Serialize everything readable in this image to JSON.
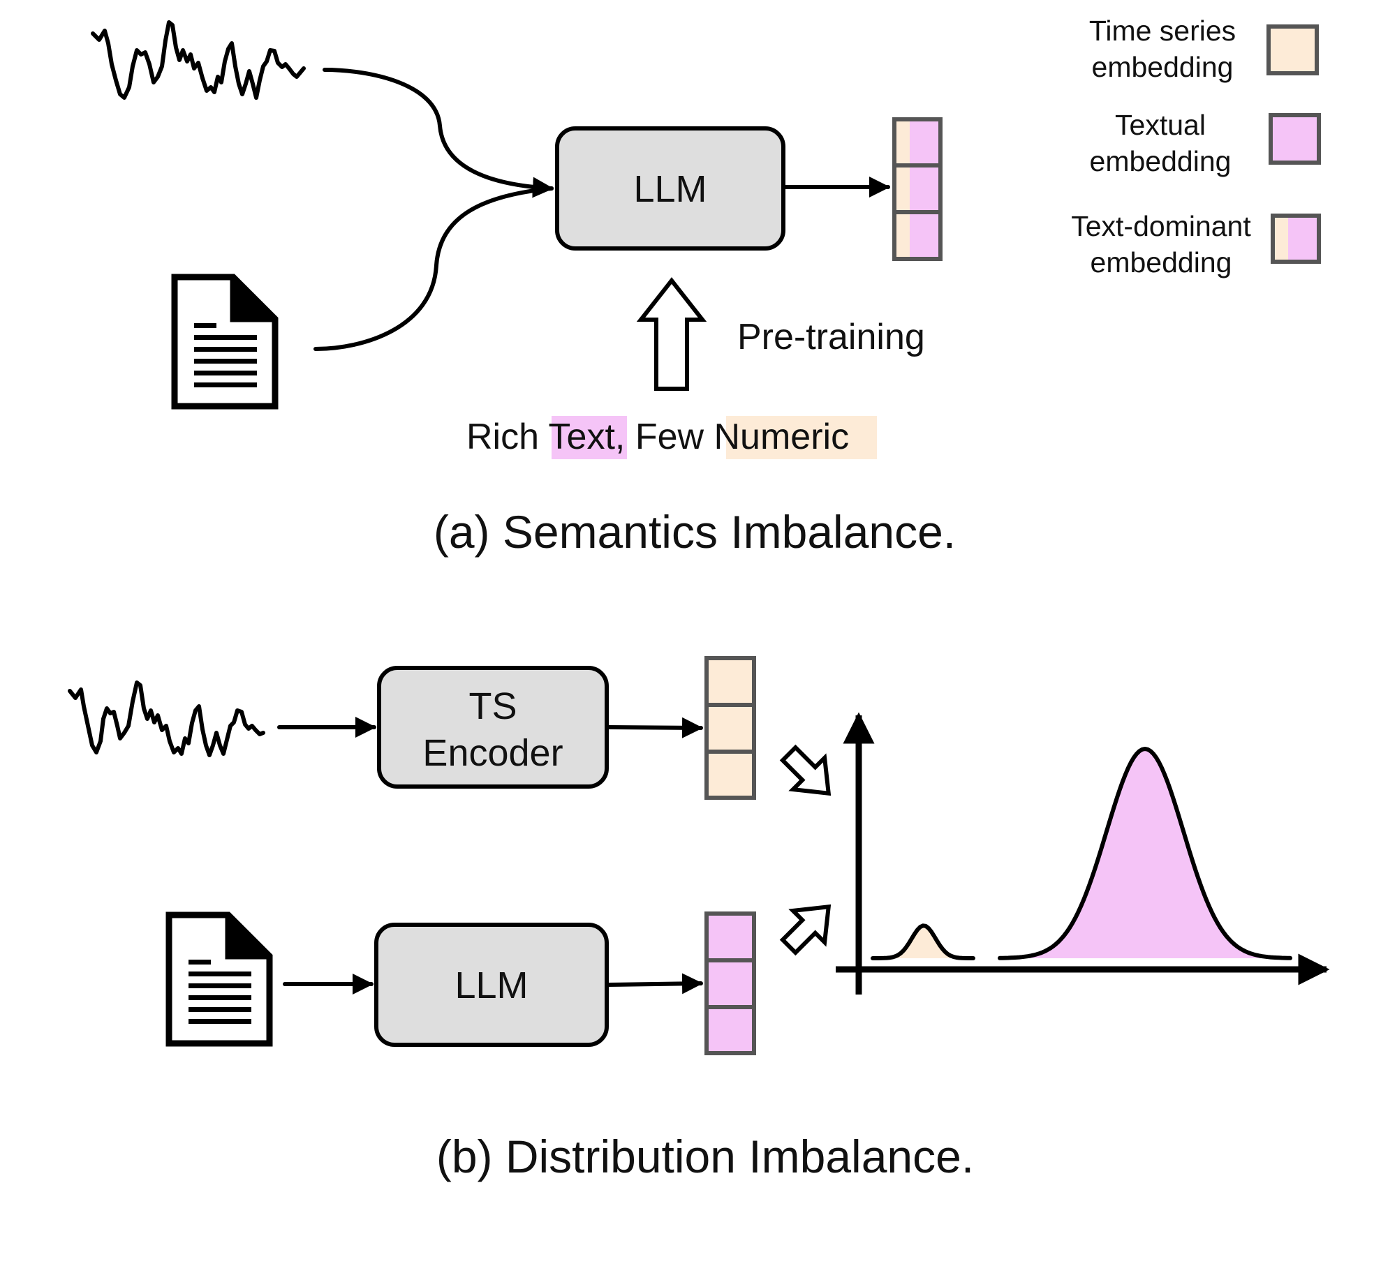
{
  "colors": {
    "time_series": "#fdebd7",
    "textual": "#f5c4f7",
    "box_fill": "#dedede",
    "embedding_border": "#555555"
  },
  "legend": {
    "time_series": {
      "line1": "Time series",
      "line2": "embedding"
    },
    "textual": {
      "line1": "Textual",
      "line2": "embedding"
    },
    "text_dominant": {
      "line1": "Text-dominant",
      "line2": "embedding"
    }
  },
  "panel_a": {
    "llm_label": "LLM",
    "pretraining_label": "Pre-training",
    "source_text": {
      "rich": "Rich ",
      "text": "Text",
      "mid": ", Few ",
      "numeric": "Numeric"
    },
    "caption": "(a) Semantics Imbalance."
  },
  "panel_b": {
    "ts_encoder_line1": "TS",
    "ts_encoder_line2": "Encoder",
    "llm_label": "LLM",
    "caption": "(b) Distribution Imbalance.",
    "distribution": {
      "time_series": {
        "peak_height": 0.26,
        "width": 0.17
      },
      "textual": {
        "peak_height": 1.0,
        "width": 0.55
      }
    }
  },
  "icons": [
    "time-series-wave-icon",
    "document-icon",
    "hollow-arrow-icon"
  ]
}
